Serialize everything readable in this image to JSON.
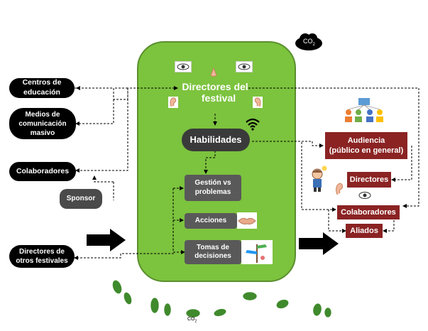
{
  "center": {
    "title_line1": "Directores del",
    "title_line2": "festival",
    "habilidades": "Habilidades",
    "gestion": "Gestión vs\nproblemas",
    "acciones": "Acciones",
    "tomas": "Tomas de\ndecisiones"
  },
  "left": {
    "centros": "Centros de\neducación",
    "medios": "Medios de\ncomunicación\nmasivo",
    "colaboradores": "Colaboradores",
    "sponsor": "Sponsor",
    "directores_otros": "Directores de\notros festivales"
  },
  "right": {
    "audiencia": "Audiencia\n(público en general)",
    "directores": "Directores",
    "colaboradores": "Colaboradores",
    "aliados": "Aliados"
  },
  "cloud_label": "CO",
  "cloud_sub": "2",
  "footprint_label": "CO",
  "footprint_sub": "2",
  "colors": {
    "green": "#7cc33e",
    "dark_red": "#8b2323",
    "black": "#000000",
    "grey": "#595959"
  },
  "icons": [
    "eye-icon",
    "nose-icon",
    "ear-icon",
    "wifi-icon",
    "handshake-icon",
    "co2-cloud-icon",
    "footprints-icon",
    "arrow-right-icon"
  ]
}
